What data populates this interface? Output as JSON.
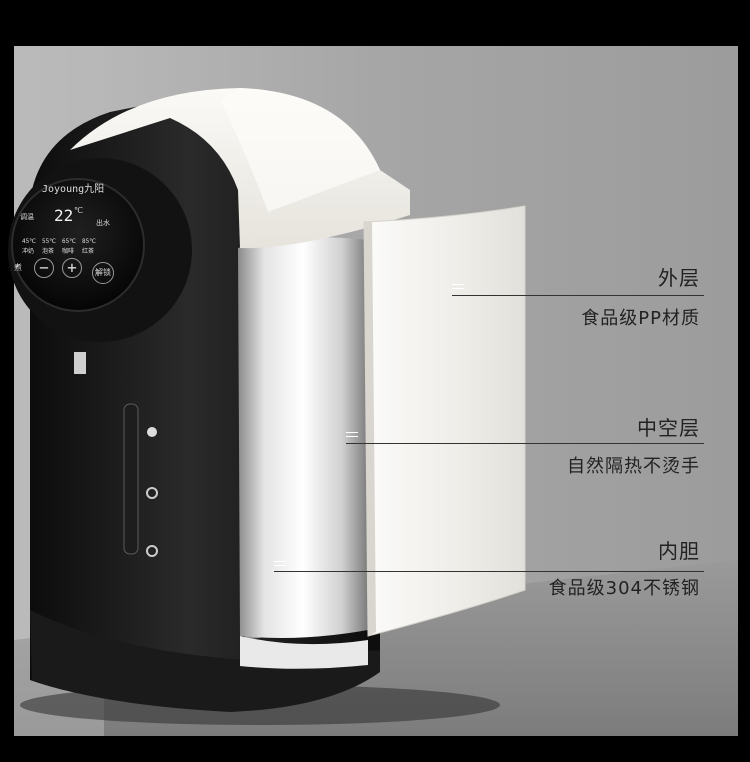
{
  "brand": {
    "logo_text": "Joyoung九阳"
  },
  "control_panel": {
    "display_temp": "22",
    "display_unit": "℃",
    "top_left_button": "调温",
    "top_right_button": "出水",
    "presets": [
      "45℃",
      "55℃",
      "65℃",
      "85℃"
    ],
    "preset_sub": [
      "冲奶",
      "泡茶",
      "咖啡",
      "红茶"
    ],
    "side_button": "煮",
    "minus_button": "−",
    "plus_button": "+",
    "unlock_button": "解锁"
  },
  "callouts": [
    {
      "title": "外层",
      "subtitle": "食品级PP材质"
    },
    {
      "title": "中空层",
      "subtitle": "自然隔热不烫手"
    },
    {
      "title": "内胆",
      "subtitle": "食品级304不锈钢"
    }
  ],
  "colors": {
    "background_wall": "#a9a9a9",
    "body_black": "#141414",
    "shell_white": "#f1efea",
    "accent_steel": "#d6d6d6"
  }
}
